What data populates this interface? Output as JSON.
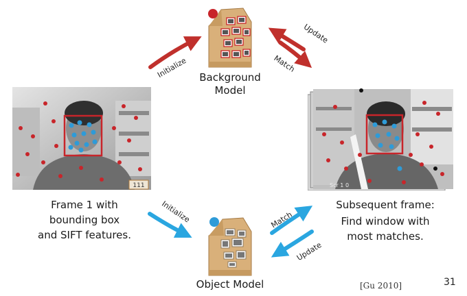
{
  "diagram": {
    "background_model_label": [
      "Background",
      "Model"
    ],
    "object_model_label": "Object Model",
    "frame1_caption": [
      "Frame 1 with",
      "bounding box",
      "and SIFT features."
    ],
    "subsequent_caption": [
      "Subsequent frame:",
      "Find window with",
      "most matches."
    ],
    "arrows": {
      "initialize_top": "Initialize",
      "initialize_bottom": "Initialize",
      "update_top": "Update",
      "match_top": "Match",
      "match_bottom": "Match",
      "update_bottom": "Update"
    },
    "frame1_counter": "111",
    "frame2_counter": "Scr 1 0",
    "citation": "[Gu 2010]",
    "slide_number": "31",
    "colors": {
      "red_arrow": "#c0302c",
      "blue_arrow": "#2aa6e0",
      "red_feature": "#c8252a",
      "blue_feature": "#2e9bd8",
      "bag": "#d9b07a"
    }
  }
}
